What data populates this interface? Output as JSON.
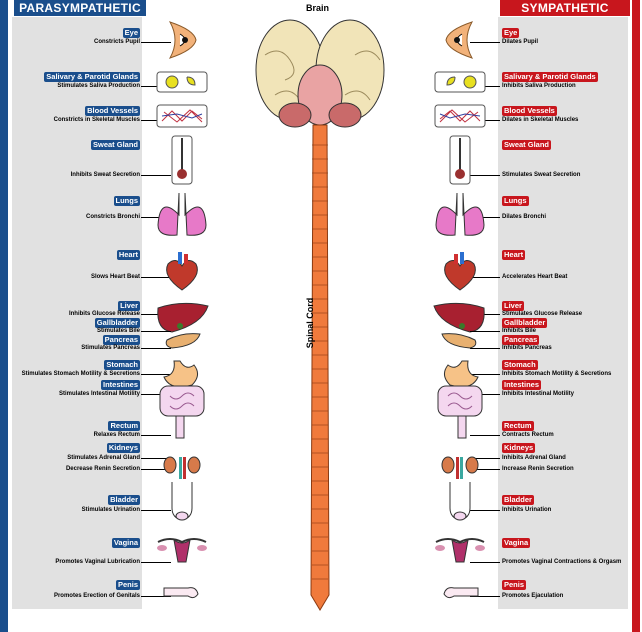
{
  "center": {
    "brain_label": "Brain",
    "cord_label": "Spinal Cord"
  },
  "colors": {
    "parasympathetic": "#1a4e8c",
    "sympathetic": "#c8161d",
    "panel": "#e1e1e1",
    "cord": "#f07a3c"
  },
  "left": {
    "title": "PARASYMPATHETIC",
    "items": [
      {
        "label": "Eye",
        "effects": [
          "Constricts Pupil"
        ],
        "icon": "eye-icon"
      },
      {
        "label": "Salivary & Parotid Glands",
        "effects": [
          "Stimulates Saliva Production"
        ],
        "icon": "salivary-gland-icon"
      },
      {
        "label": "Blood Vessels",
        "effects": [
          "Constricts in Skeletal Muscles"
        ],
        "icon": "blood-vessels-icon"
      },
      {
        "label": "Sweat Gland",
        "effects": [
          "Inhibits Sweat Secretion"
        ],
        "icon": "sweat-gland-icon"
      },
      {
        "label": "Lungs",
        "effects": [
          "Constricts Bronchi"
        ],
        "icon": "lungs-icon"
      },
      {
        "label": "Heart",
        "effects": [
          "Slows Heart Beat"
        ],
        "icon": "heart-icon"
      },
      {
        "label": "Liver",
        "effects": [
          "Inhibits Glucose Release"
        ],
        "icon": "liver-icon"
      },
      {
        "label": "Gallbladder",
        "effects": [
          "Stimulates Bile"
        ],
        "icon": ""
      },
      {
        "label": "Pancreas",
        "effects": [
          "Stimulates Pancreas"
        ],
        "icon": "pancreas-icon"
      },
      {
        "label": "Stomach",
        "effects": [
          "Stimulates Stomach Motility & Secretions"
        ],
        "icon": "stomach-icon"
      },
      {
        "label": "Intestines",
        "effects": [
          "Stimulates Intestinal Motility"
        ],
        "icon": "intestines-icon"
      },
      {
        "label": "Rectum",
        "effects": [
          "Relaxes Rectum"
        ],
        "icon": ""
      },
      {
        "label": "Kidneys",
        "effects": [
          "Stimulates Adrenal Gland",
          "Decrease Renin Secretion"
        ],
        "icon": "kidneys-icon"
      },
      {
        "label": "Bladder",
        "effects": [
          "Stimulates Urination"
        ],
        "icon": "bladder-icon"
      },
      {
        "label": "Vagina",
        "effects": [
          "Promotes Vaginal Lubrication"
        ],
        "icon": "uterus-icon"
      },
      {
        "label": "Penis",
        "effects": [
          "Promotes Erection of Genitals"
        ],
        "icon": "penis-icon"
      }
    ]
  },
  "right": {
    "title": "SYMPATHETIC",
    "items": [
      {
        "label": "Eye",
        "effects": [
          "Dilates Pupil"
        ],
        "icon": "eye-icon"
      },
      {
        "label": "Salivary & Parotid Glands",
        "effects": [
          "Inhibits Saliva Production"
        ],
        "icon": "salivary-gland-icon"
      },
      {
        "label": "Blood Vessels",
        "effects": [
          "Dilates in Skeletal Muscles"
        ],
        "icon": "blood-vessels-icon"
      },
      {
        "label": "Sweat Gland",
        "effects": [
          "Stimulates Sweat Secretion"
        ],
        "icon": "sweat-gland-icon"
      },
      {
        "label": "Lungs",
        "effects": [
          "Dilates Bronchi"
        ],
        "icon": "lungs-icon"
      },
      {
        "label": "Heart",
        "effects": [
          "Accelerates Heart Beat"
        ],
        "icon": "heart-icon"
      },
      {
        "label": "Liver",
        "effects": [
          "Stimulates Glucose Release"
        ],
        "icon": "liver-icon"
      },
      {
        "label": "Gallbladder",
        "effects": [
          "Inhibits Bile"
        ],
        "icon": ""
      },
      {
        "label": "Pancreas",
        "effects": [
          "Inhibits Pancreas"
        ],
        "icon": "pancreas-icon"
      },
      {
        "label": "Stomach",
        "effects": [
          "Inhibits Stomach Motility & Secretions"
        ],
        "icon": "stomach-icon"
      },
      {
        "label": "Intestines",
        "effects": [
          "Inhibits Intestinal Motility"
        ],
        "icon": "intestines-icon"
      },
      {
        "label": "Rectum",
        "effects": [
          "Contracts Rectum"
        ],
        "icon": ""
      },
      {
        "label": "Kidneys",
        "effects": [
          "Inhibits Adrenal Gland",
          "Increase Renin Secretion"
        ],
        "icon": "kidneys-icon"
      },
      {
        "label": "Bladder",
        "effects": [
          "Inhibits Urination"
        ],
        "icon": "bladder-icon"
      },
      {
        "label": "Vagina",
        "effects": [
          "Promotes Vaginal Contractions & Orgasm"
        ],
        "icon": "uterus-icon"
      },
      {
        "label": "Penis",
        "effects": [
          "Promotes Ejaculation"
        ],
        "icon": "penis-icon"
      }
    ]
  }
}
